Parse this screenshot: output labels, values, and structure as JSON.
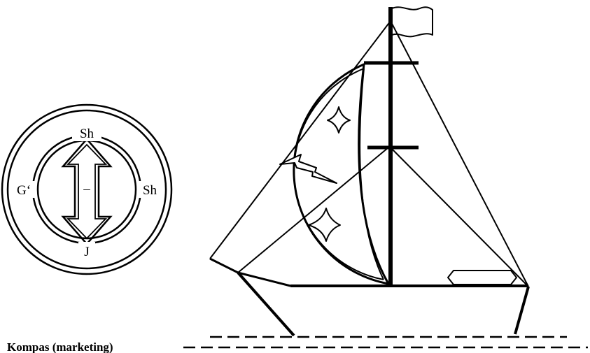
{
  "compass": {
    "top_label": "Sh",
    "right_label": "Sh",
    "bottom_label": "J",
    "left_label": "G‘",
    "center_mark": "–"
  },
  "caption": "Kompas (marketing)",
  "colors": {
    "ink": "#000000",
    "paper": "#ffffff"
  },
  "icons": [
    "compass-dial-icon",
    "sailboat-icon",
    "flag-icon",
    "star-icon",
    "lightning-icon"
  ]
}
